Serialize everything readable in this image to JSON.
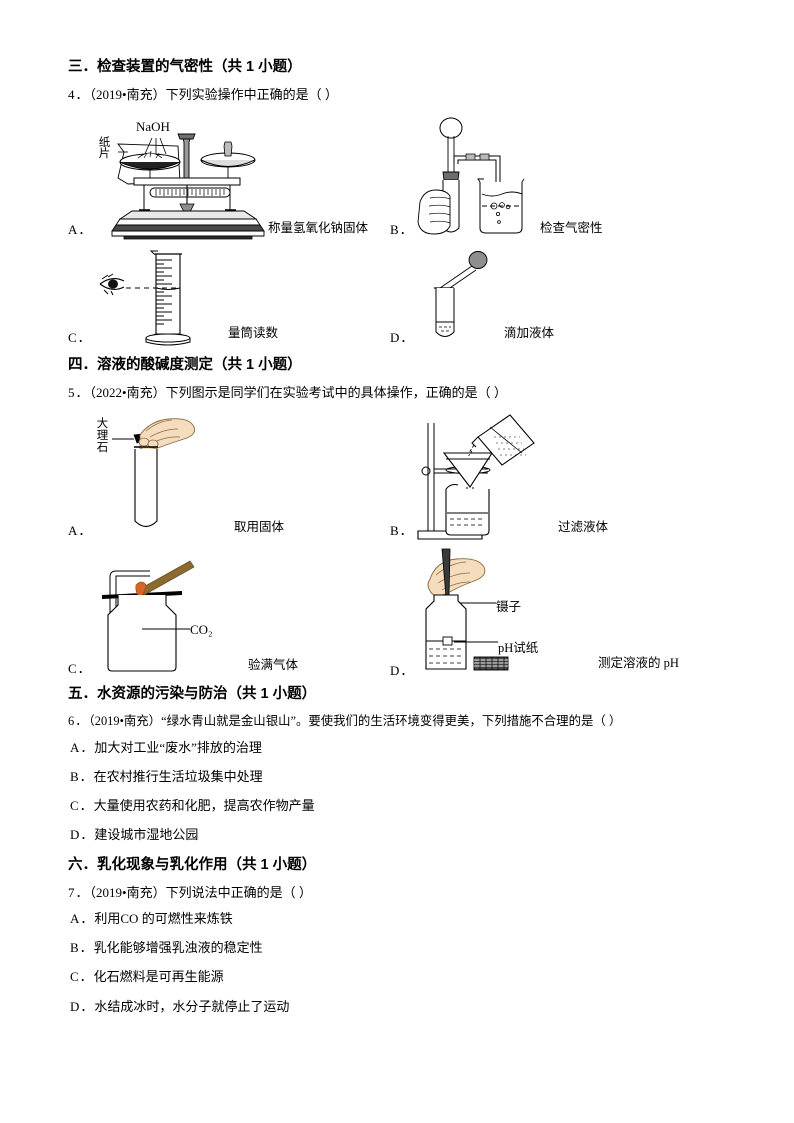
{
  "sections": [
    {
      "heading": "三．检查装置的气密性（共 1 小题）",
      "question": {
        "number": "4．",
        "source": "（2019•南充）",
        "text": "下列实验操作中正确的是（        ）",
        "options": [
          {
            "letter": "A．",
            "caption": "称量氢氧化钠固体",
            "figure": "balance-scale",
            "labels": [
              "NaOH",
              "纸片"
            ]
          },
          {
            "letter": "B．",
            "caption": "检查气密性",
            "figure": "gas-tightness",
            "labels": []
          },
          {
            "letter": "C．",
            "caption": "量筒读数",
            "figure": "graduated-cylinder",
            "labels": []
          },
          {
            "letter": "D．",
            "caption": "滴加液体",
            "figure": "dropper-test-tube",
            "labels": []
          }
        ]
      }
    },
    {
      "heading": "四．溶液的酸碱度测定（共 1 小题）",
      "question": {
        "number": "5．",
        "source": "（2022•南充）",
        "text": "下列图示是同学们在实验考试中的具体操作，正确的是（        ）",
        "options": [
          {
            "letter": "A．",
            "caption": "取用固体",
            "figure": "marble-test-tube",
            "labels": [
              "大理石"
            ]
          },
          {
            "letter": "B．",
            "caption": "过滤液体",
            "figure": "filtration",
            "labels": []
          },
          {
            "letter": "C．",
            "caption": "验满气体",
            "figure": "co2-bottle",
            "labels": [
              "CO₂"
            ]
          },
          {
            "letter": "D．",
            "caption": "测定溶液的 pH",
            "figure": "ph-measure",
            "labels": [
              "镊子",
              "pH试纸"
            ]
          }
        ]
      }
    },
    {
      "heading": "五．水资源的污染与防治（共 1 小题）",
      "question": {
        "number": "6．",
        "source": "（2019•南充）",
        "text": "“绿水青山就是金山银山”。要使我们的生活环境变得更美，下列措施不合理的是（        ）",
        "options": [
          {
            "letter": "A．",
            "text": "加大对工业“废水”排放的治理"
          },
          {
            "letter": "B．",
            "text": "在农村推行生活垃圾集中处理"
          },
          {
            "letter": "C．",
            "text": "大量使用农药和化肥，提高农作物产量"
          },
          {
            "letter": "D．",
            "text": "建设城市湿地公园"
          }
        ]
      }
    },
    {
      "heading": "六．乳化现象与乳化作用（共 1 小题）",
      "question": {
        "number": "7．",
        "source": "（2019•南充）",
        "text": "下列说法中正确的是（        ）",
        "options": [
          {
            "letter": "A．",
            "text": "利用CO 的可燃性来炼铁"
          },
          {
            "letter": "B．",
            "text": "乳化能够增强乳浊液的稳定性"
          },
          {
            "letter": "C．",
            "text": "化石燃料是可再生能源"
          },
          {
            "letter": "D．",
            "text": "水结成冰时，水分子就停止了运动"
          }
        ]
      }
    }
  ],
  "colors": {
    "ink": "#000000",
    "paper": "#ffffff",
    "skin": "#f2d6b3",
    "skin_line": "#8a6a44",
    "wood": "#8a6a30",
    "flame": "#d4662a",
    "gray": "#7a7a7a"
  }
}
